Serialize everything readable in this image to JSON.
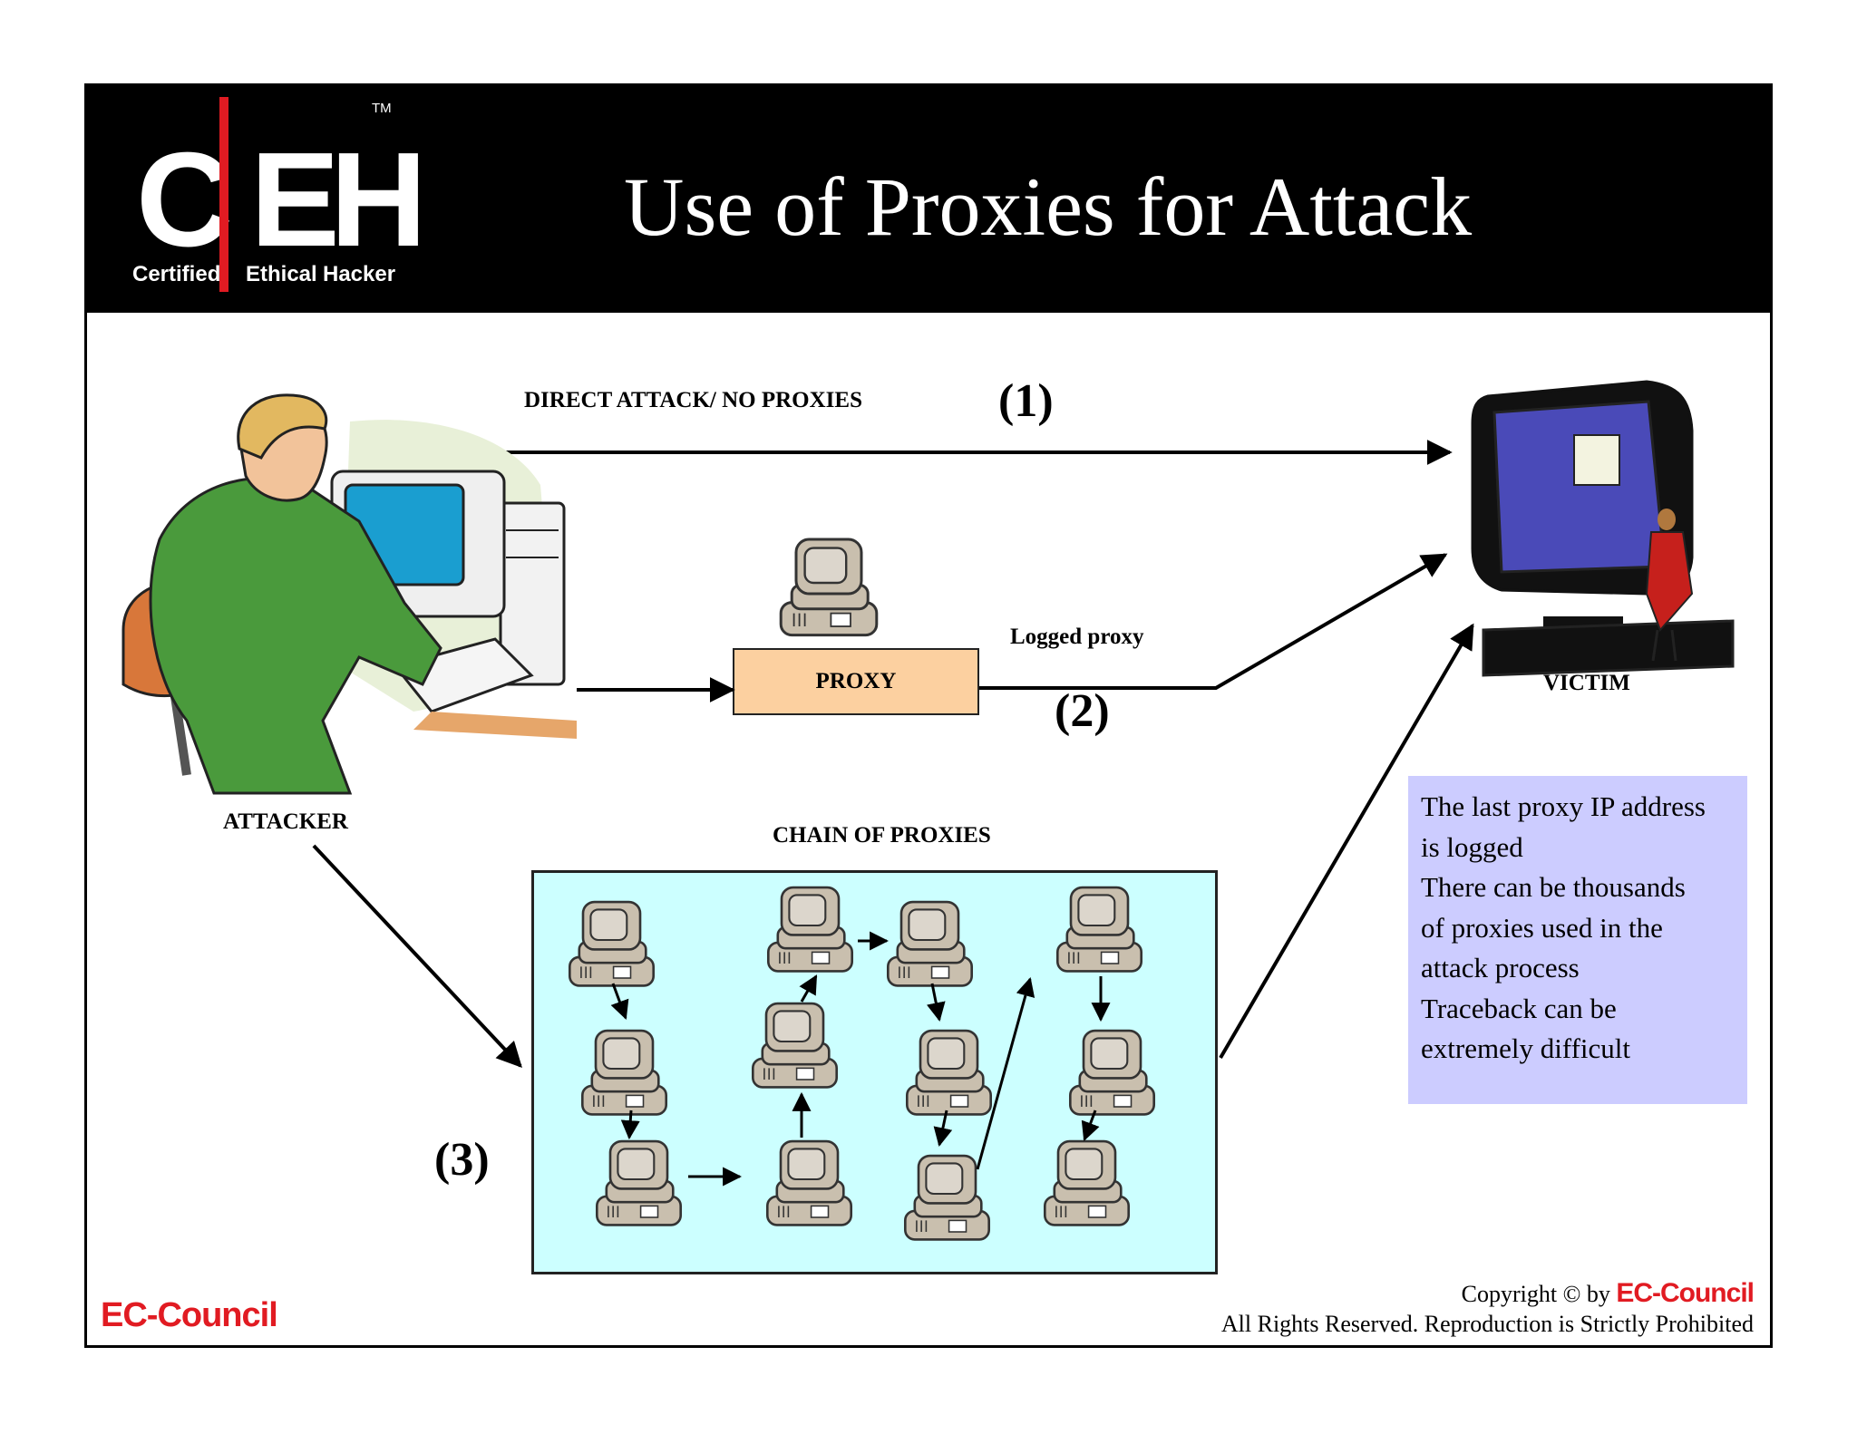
{
  "header": {
    "title": "Use of Proxies for Attack",
    "logo": {
      "letters": [
        "C",
        "E",
        "H"
      ],
      "tm": "TM",
      "sub": [
        "Certified",
        "Ethical",
        "Hacker"
      ]
    }
  },
  "diagram": {
    "direct_label": "DIRECT ATTACK/ NO PROXIES",
    "step1": "(1)",
    "proxy_label": "PROXY",
    "logged_label": "Logged proxy",
    "step2": "(2)",
    "victim_label": "VICTIM",
    "attacker_label": "ATTACKER",
    "chain_label": "CHAIN OF PROXIES",
    "step3": "(3)"
  },
  "info": {
    "lines": [
      "The last proxy IP address",
      "is logged",
      "There can be thousands",
      "of proxies used in the",
      "attack process",
      "Traceback can be",
      "extremely difficult"
    ]
  },
  "footer": {
    "brand": "EC-Council",
    "copyright_prefix": "Copyright © by ",
    "copyright_brand": "EC-Council",
    "rights": "All Rights Reserved. Reproduction is Strictly Prohibited"
  },
  "colors": {
    "brand_red": "#e11b22",
    "proxy_box": "#fcd0a0",
    "chain_box": "#ccffff",
    "info_box": "#ccccff",
    "computer_beige": "#c9bfae"
  }
}
